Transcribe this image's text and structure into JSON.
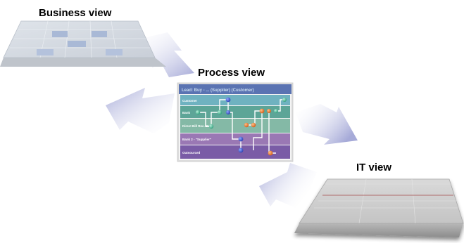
{
  "views": {
    "business": {
      "title": "Business view"
    },
    "process": {
      "title": "Process view",
      "banner": "Lead: Buy - ... (Supplier) (Customer)",
      "lanes": [
        {
          "label": "Customer",
          "color": "#6fb2c0"
        },
        {
          "label": "Bank",
          "color": "#5da597"
        },
        {
          "label": "Direct Bill Rec. Bal.",
          "color": "#84b9a6"
        },
        {
          "label": "Bank 2 - \"Supplier\"",
          "color": "#9a78b4"
        },
        {
          "label": "Outsourced",
          "color": "#7a5ca6"
        }
      ]
    },
    "it": {
      "title": "IT view"
    }
  },
  "colors": {
    "arrow": "#a9acd9",
    "banner": "#5a73b2",
    "card_frame": "#dcdcdc",
    "platform": "#c8c8c8"
  }
}
